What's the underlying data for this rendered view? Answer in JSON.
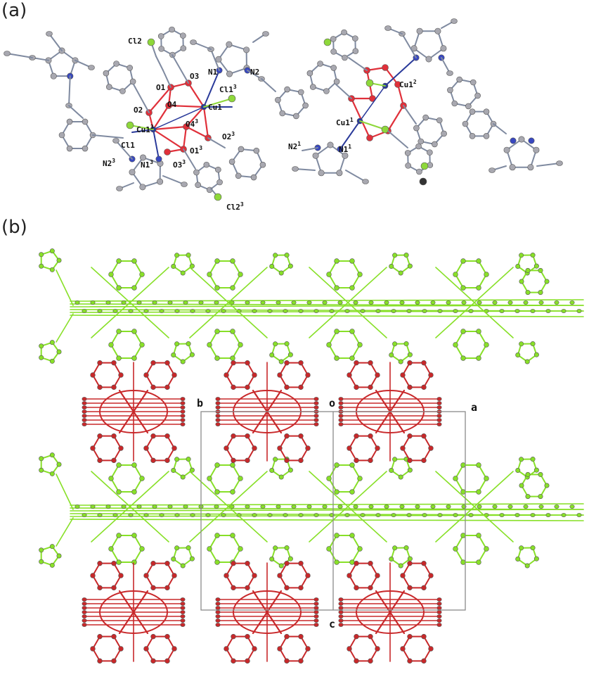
{
  "panels": {
    "a": {
      "label": "(a)"
    },
    "b": {
      "label": "(b)"
    }
  },
  "atom_labels": [
    {
      "text": "Cl2",
      "sup": ""
    },
    {
      "text": "O3",
      "sup": ""
    },
    {
      "text": "N1",
      "sup": ""
    },
    {
      "text": "N2",
      "sup": ""
    },
    {
      "text": "Cl1",
      "sup": "3"
    },
    {
      "text": "O1",
      "sup": ""
    },
    {
      "text": "O4",
      "sup": ""
    },
    {
      "text": "Cu1",
      "sup": ""
    },
    {
      "text": "O2",
      "sup": ""
    },
    {
      "text": "O4",
      "sup": "3"
    },
    {
      "text": "O2",
      "sup": "3"
    },
    {
      "text": "Cu1",
      "sup": "3"
    },
    {
      "text": "Cl1",
      "sup": ""
    },
    {
      "text": "O1",
      "sup": "3"
    },
    {
      "text": "N2",
      "sup": "3"
    },
    {
      "text": "N1",
      "sup": "3"
    },
    {
      "text": "O3",
      "sup": "3"
    },
    {
      "text": "Cl2",
      "sup": "3"
    },
    {
      "text": "Cu1",
      "sup": "2"
    },
    {
      "text": "Cu1",
      "sup": "1"
    },
    {
      "text": "N2",
      "sup": "1"
    },
    {
      "text": "N1",
      "sup": "1"
    }
  ],
  "axis_labels": {
    "b": "b",
    "o": "o",
    "a": "a",
    "c": "c"
  },
  "colors": {
    "carbon": "#a8a8b0",
    "oxygen": "#e0303a",
    "nitrogen": "#3848c0",
    "chlorine": "#8ed83a",
    "copper": "#2a3a9a",
    "bond": "#7f8aa0",
    "layer_green": "#88e028",
    "layer_red": "#c8282a",
    "cell": "#8a8a8a"
  }
}
